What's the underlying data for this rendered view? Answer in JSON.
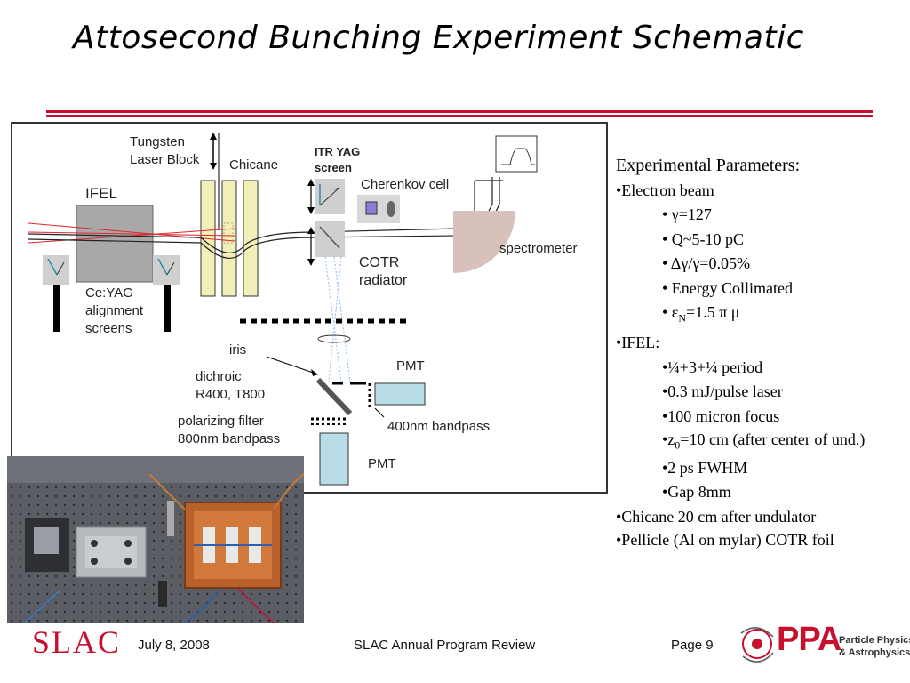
{
  "slide": {
    "title": "Attosecond Bunching Experiment Schematic",
    "accent_color": "#c8102e"
  },
  "diagram": {
    "labels": {
      "tungsten": "Tungsten",
      "laser_block": "Laser Block",
      "chicane": "Chicane",
      "itr_yag": "ITR YAG",
      "screen": "screen",
      "ifel": "IFEL",
      "cherenkov": "Cherenkov cell",
      "spectrometer": "spectrometer",
      "cotr": "COTR",
      "radiator": "radiator",
      "ceyag": "Ce:YAG",
      "alignment": "alignment",
      "screens": "screens",
      "iris": "iris",
      "dichroic": "dichroic",
      "r400": "R400, T800",
      "pmt_top": "PMT",
      "polarizing": "polarizing filter",
      "bandpass800": "800nm bandpass",
      "bandpass400": "400nm bandpass",
      "pmt_bottom": "PMT"
    }
  },
  "params": {
    "heading": "Experimental Parameters:",
    "electron_beam": "•Electron beam",
    "gamma": "• γ=127",
    "charge": "• Q~5-10 pC",
    "spread": "• Δγ/γ=0.05%",
    "energy": "• Energy Collimated",
    "emittance_prefix": "• ε",
    "emittance_sub": "N",
    "emittance_suffix": "=1.5 π μ",
    "ifel": "•IFEL:",
    "period": "•¼+3+¼ period",
    "laser": "•0.3 mJ/pulse laser",
    "focus": "•100 micron focus",
    "z_prefix": "•z",
    "z_sub": "0",
    "z_suffix": "=10 cm (after center of und.)",
    "fwhm": "•2 ps FWHM",
    "gap": "•Gap 8mm",
    "chicane": "•Chicane 20 cm after undulator",
    "pellicle": "•Pellicle (Al on mylar) COTR foil"
  },
  "footer": {
    "logo": "SLAC",
    "date": "July 8, 2008",
    "event": "SLAC Annual Program Review",
    "page": "Page 9",
    "ppa_logo": "PPA",
    "ppa_line1": "Particle Physics",
    "ppa_line2": "& Astrophysics"
  }
}
